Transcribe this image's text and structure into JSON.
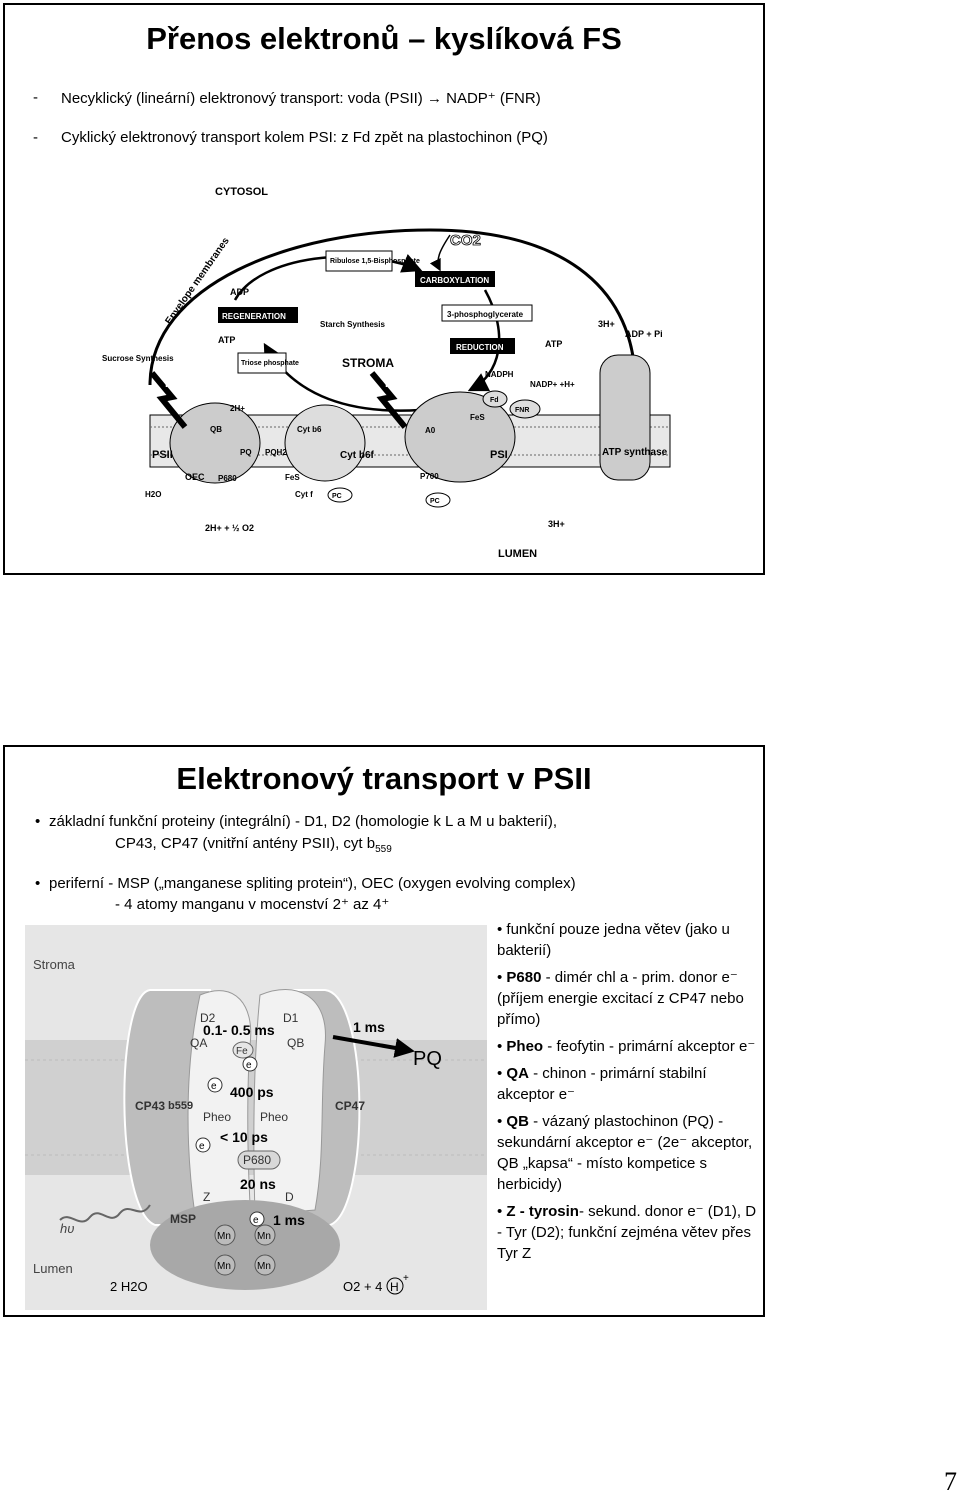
{
  "slide1": {
    "title": "Přenos elektronů – kyslíková FS",
    "bullets": [
      "Necyklický (lineární) elektronový transport: voda (PSII) → NADP⁺ (FNR)",
      "Cyklický elektronový transport kolem PSI: z Fd zpět na plastochinon (PQ)"
    ],
    "diagram": {
      "cytosol": "CYTOSOL",
      "envelope": "Envelope membranes",
      "stroma": "STROMA",
      "lumen": "LUMEN",
      "co2": "CO2",
      "ribulose": "Ribulose 1,5-Bisphosphate",
      "carboxylation": "CARBOXYLATION",
      "regeneration": "REGENERATION",
      "reduction": "REDUCTION",
      "pga": "3-phosphoglycerate",
      "adp": "ADP",
      "atp": "ATP",
      "starch": "Starch Synthesis",
      "sucrose": "Sucrose Synthesis",
      "triose": "Triose phosphate",
      "hv": "hν",
      "psii": "PSII",
      "psi": "PSI",
      "oec": "OEC",
      "p680": "P680",
      "p700": "P700",
      "qb": "QB",
      "pq": "PQ",
      "pqh2": "PQH2",
      "pc": "PC",
      "cytb6": "Cyt b6",
      "cytb6f": "Cyt b6f",
      "cytf": "Cyt f",
      "fes": "FeS",
      "fd": "Fd",
      "fnr": "FNR",
      "nadph": "NADPH",
      "nadp": "NADP+ +H+",
      "a0": "A0",
      "h2o": "H2O",
      "twoh": "2H+",
      "o2": "2H+ + ½ O2",
      "threeh": "3H+",
      "adppi": "ADP + Pi",
      "atpsynthase": "ATP synthase"
    }
  },
  "slide2": {
    "title": "Elektronový transport v PSII",
    "bullet1_line1": "základní funkční proteiny (integrální) - D1, D2 (homologie k L a M u bakterií),",
    "bullet1_line2": "CP43, CP47 (vnitřní antény PSII), cyt b",
    "bullet1_sub": "559",
    "bullet2_line1": "periferní - MSP („manganese spliting protein“), OEC (oxygen evolving complex)",
    "bullet2_line2": "- 4 atomy manganu v mocenství 2⁺ az 4⁺",
    "side": {
      "b1": "funkční pouze jedna větev (jako u bakterií)",
      "b2_bold": "P680",
      "b2_rest": " - dimér chl a - prim. donor e⁻ (příjem energie excitací z CP47 nebo přímo)",
      "b3_bold": "Pheo",
      "b3_rest": " - feofytin - primární akceptor e⁻",
      "b4_bold": "QA",
      "b4_rest": " - chinon - primární stabilní akceptor e⁻",
      "b5_bold": "QB",
      "b5_rest": " - vázaný plastochinon (PQ) - sekundární akceptor e⁻ (2e⁻ akceptor, QB „kapsa“ - místo kompetice s herbicidy)",
      "b6_bold": "Z - tyrosin",
      "b6_rest": "- sekund. donor e⁻ (D1), D - Tyr (D2); funkční zejména větev přes Tyr Z"
    },
    "diagram": {
      "stroma": "Stroma",
      "lumen": "Lumen",
      "d2": "D2",
      "d1": "D1",
      "qa": "QA",
      "qb": "QB",
      "fe": "Fe",
      "t1": "0.1- 0.5 ms",
      "t2": "1 ms",
      "pq": "PQ",
      "t3": "400 ps",
      "pheo": "Pheo",
      "t4": "< 10 ps",
      "p680": "P680",
      "t5": "20 ns",
      "z": "Z",
      "d": "D",
      "t6": "1 ms",
      "cp43": "CP43",
      "b559": "b559",
      "cp47": "CP47",
      "msp": "MSP",
      "mn": "Mn",
      "hv": "hυ",
      "e": "e",
      "water": "2 H2O",
      "oxygen": "O2 + 4",
      "h": "H",
      "plus": "+"
    }
  },
  "page_number": "7"
}
